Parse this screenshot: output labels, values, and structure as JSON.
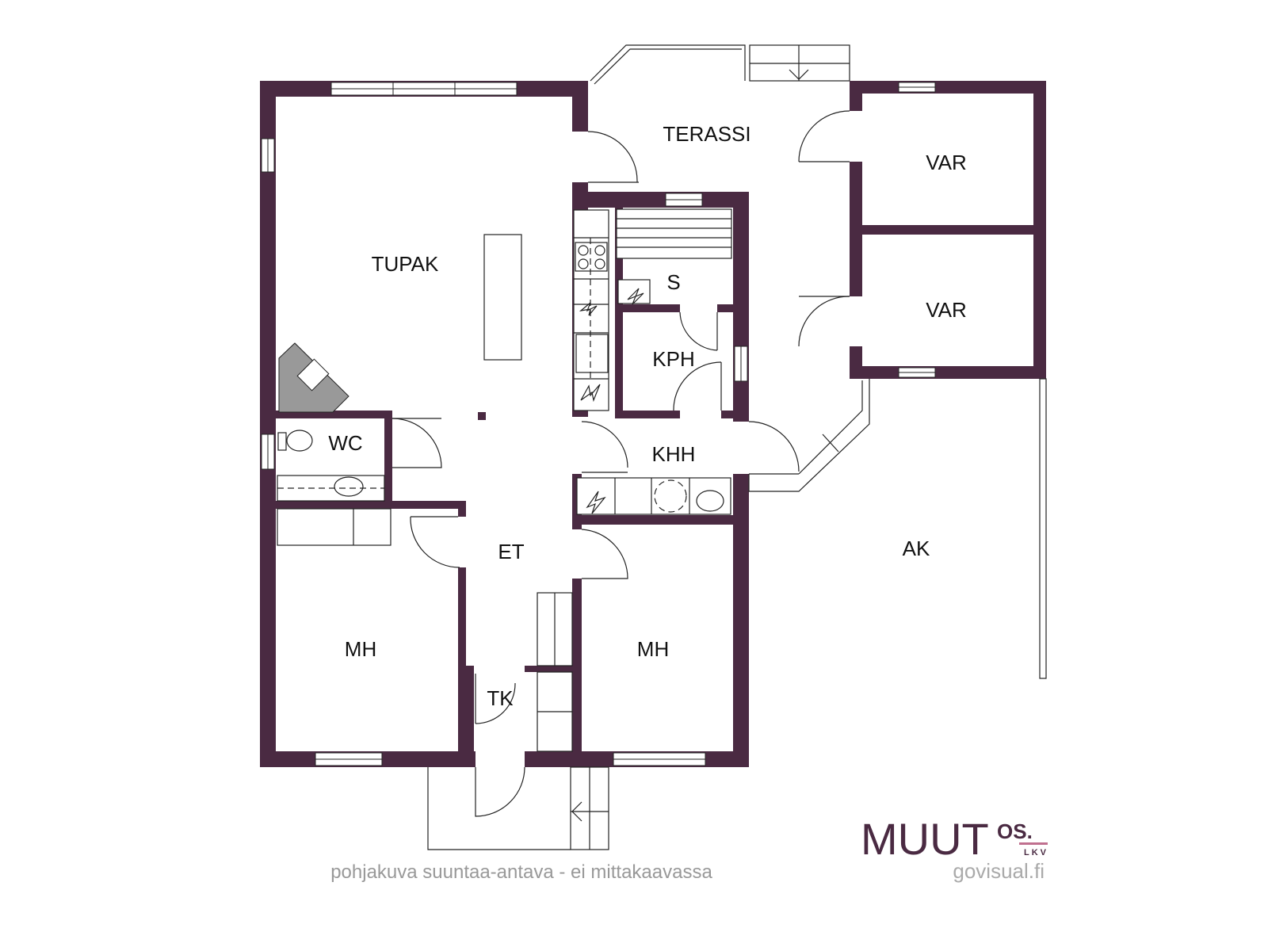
{
  "rooms": {
    "tupak": "TUPAK",
    "terassi": "TERASSI",
    "var1": "VAR",
    "var2": "VAR",
    "s": "S",
    "kph": "KPH",
    "wc": "WC",
    "khh": "KHH",
    "et": "ET",
    "mh1": "MH",
    "mh2": "MH",
    "tk": "TK",
    "ak": "AK"
  },
  "footer": {
    "disclaimer": "pohjakuva suuntaa-antava - ei mittakaavassa",
    "credit": "govisual.fi"
  },
  "logo": {
    "main": "MUUT",
    "super": "OS.",
    "sub": "LKV"
  },
  "colors": {
    "wall": "#4a2a42",
    "logo_accent": "#c0708f"
  }
}
